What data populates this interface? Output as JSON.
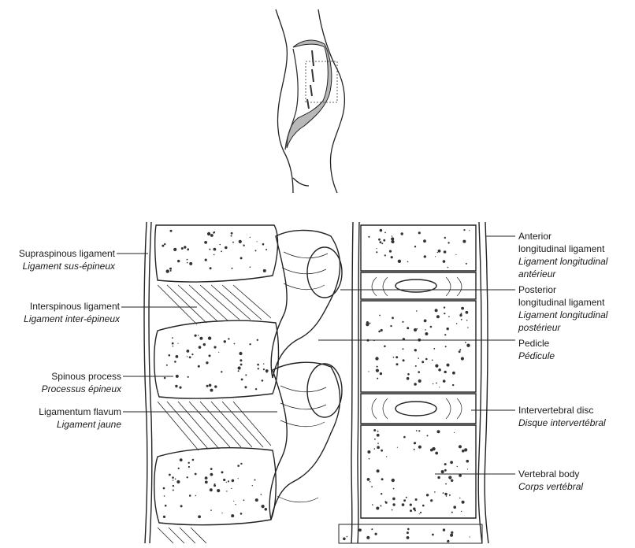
{
  "labels_left": [
    {
      "en": "Supraspinous ligament",
      "fr": "Ligament sus-épineux"
    },
    {
      "en": "Interspinous ligament",
      "fr": "Ligament inter-épineux"
    },
    {
      "en": "Spinous process",
      "fr": "Processus épineux"
    },
    {
      "en": "Ligamentum flavum",
      "fr": "Ligament jaune"
    }
  ],
  "labels_right": [
    {
      "en": [
        "Anterior",
        "longitudinal ligament"
      ],
      "fr": [
        "Ligament longitudinal",
        "antérieur"
      ]
    },
    {
      "en": [
        "Posterior",
        "longitudinal ligament"
      ],
      "fr": [
        "Ligament longitudinal",
        "postérieur"
      ]
    },
    {
      "en": [
        "Pedicle"
      ],
      "fr": [
        "Pédicule"
      ]
    },
    {
      "en": [
        "Intervertebral disc"
      ],
      "fr": [
        "Disque intervertébral"
      ]
    },
    {
      "en": [
        "Vertebral body"
      ],
      "fr": [
        "Corps vertébral"
      ]
    }
  ],
  "colors": {
    "line": "#222222",
    "shade": "#b8b8b8",
    "background": "#ffffff"
  }
}
